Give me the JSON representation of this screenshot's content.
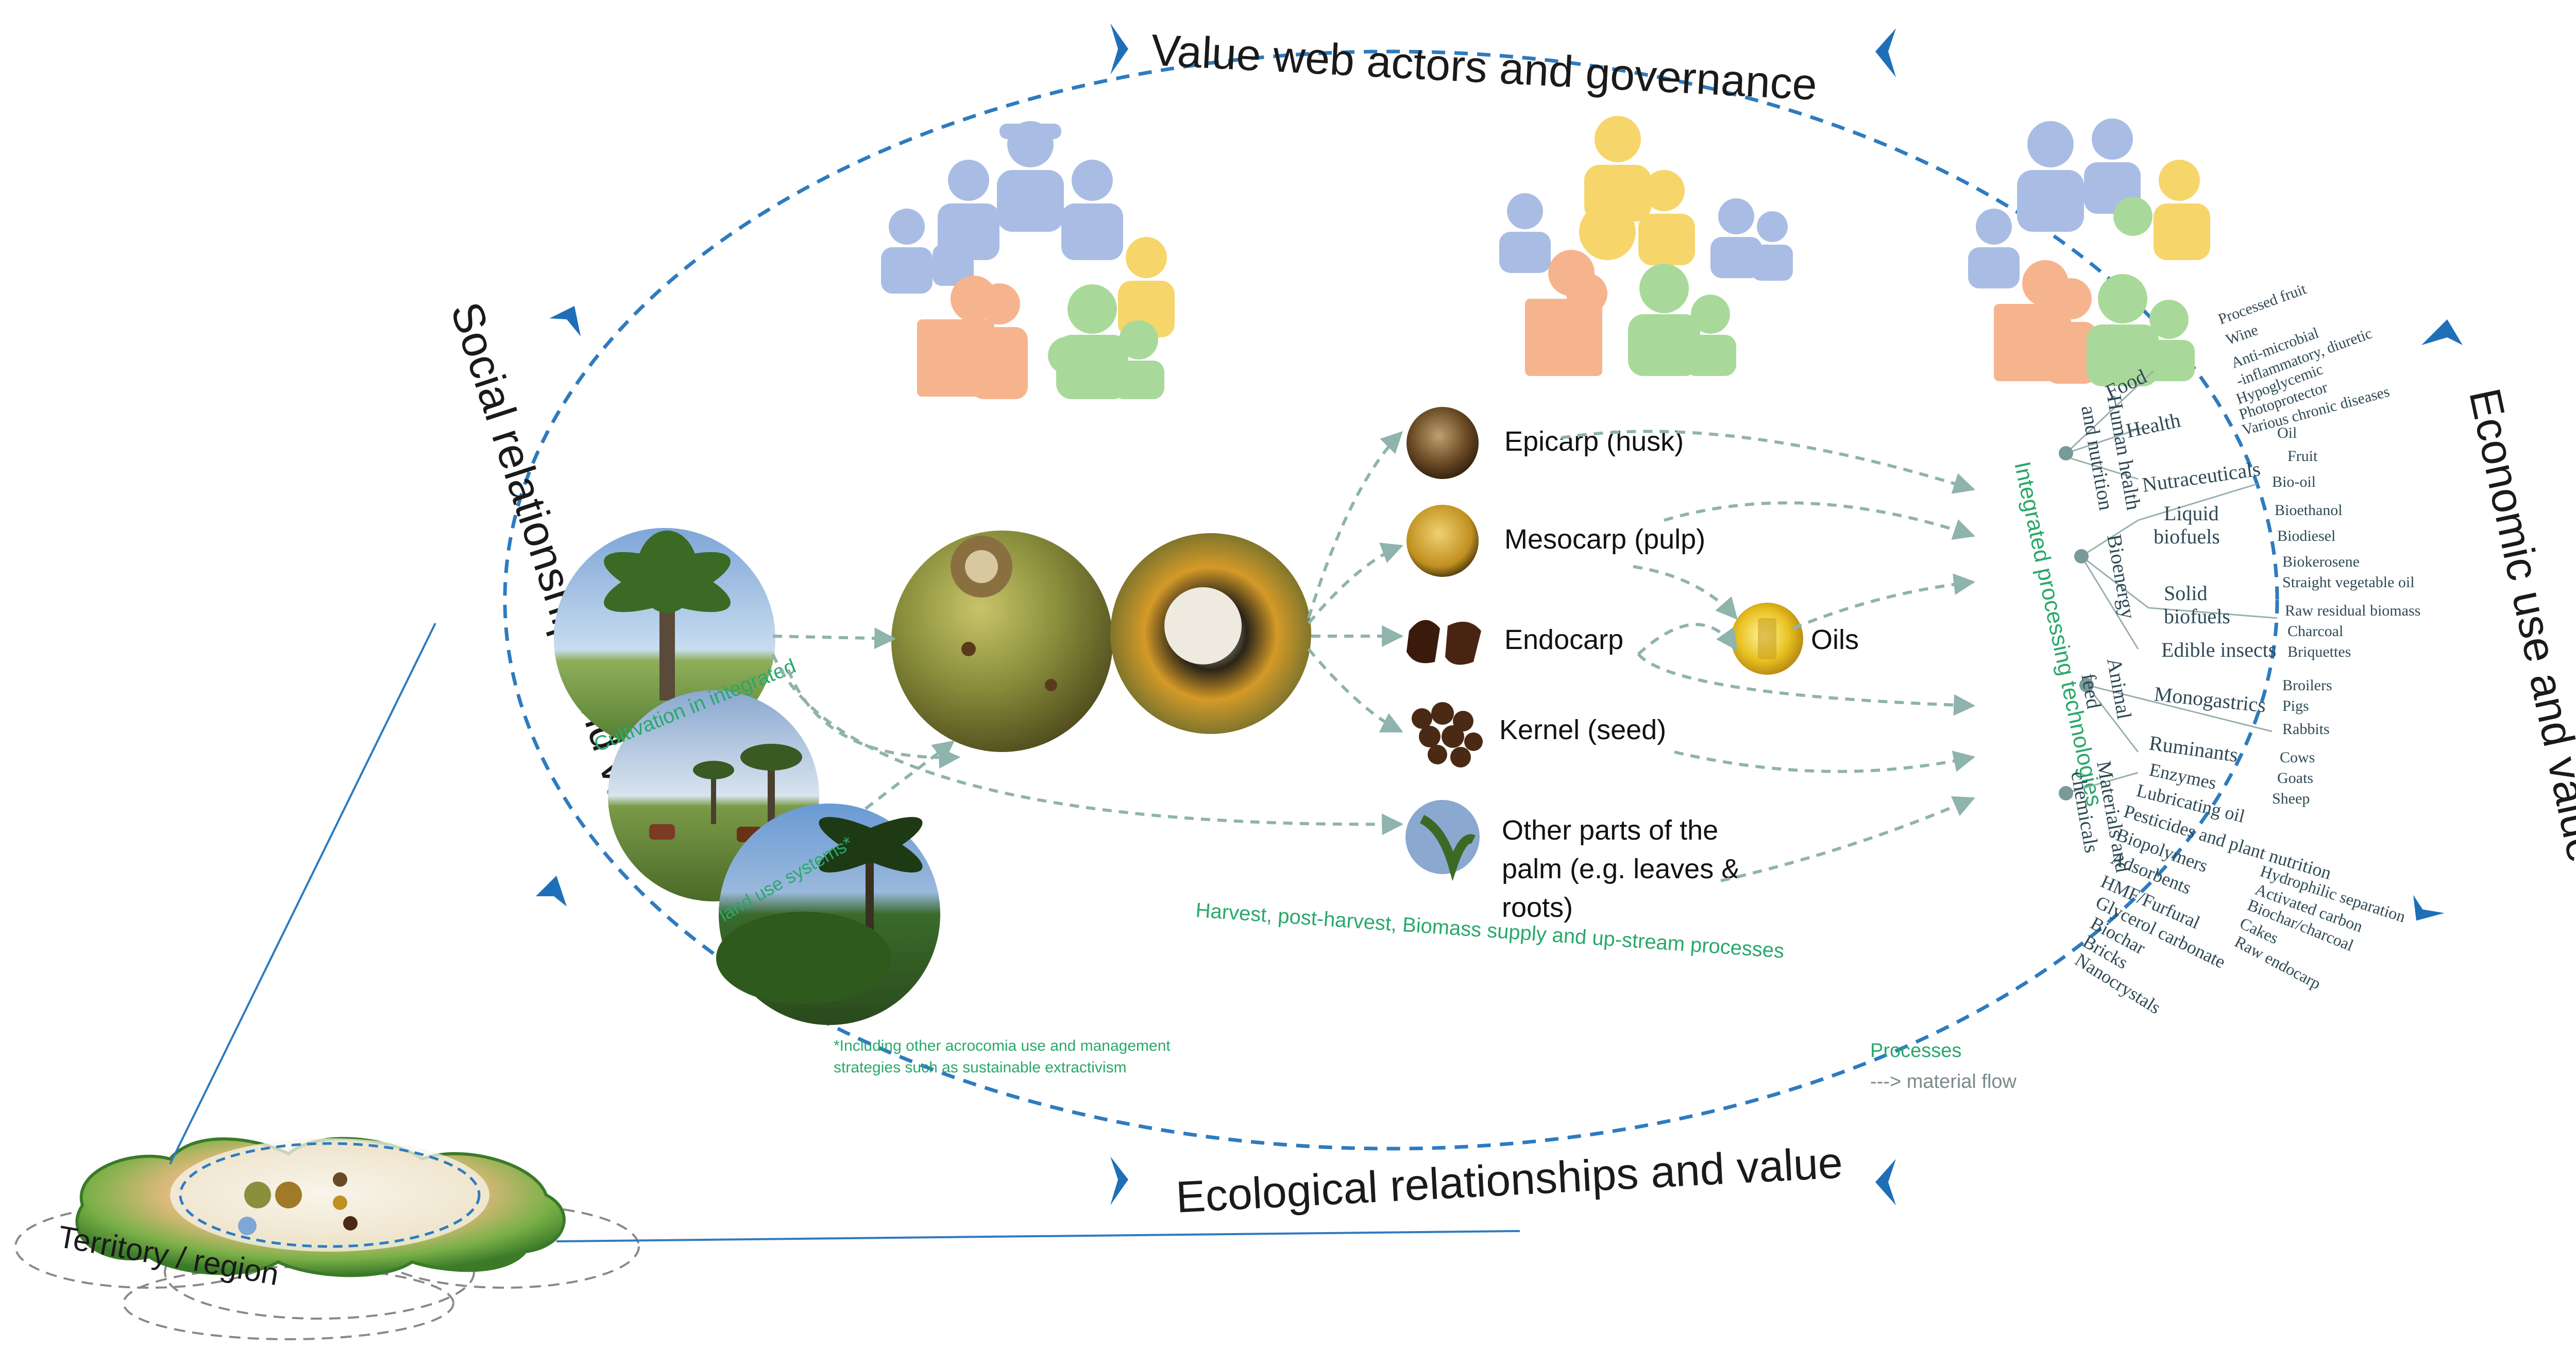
{
  "ring_labels": {
    "top": "Value web actors and governance",
    "left": "Social relationships and value",
    "right": "Economic use and value",
    "bottom": "Ecological relationships and value"
  },
  "territory_label": "Territory / region",
  "cultivation_caption_1": "Cultivation in integrated",
  "cultivation_caption_2": "land use systems*",
  "footnote_line1": "*Including other acrocomia use and management",
  "footnote_line2": "strategies such as sustainable extractivism",
  "fruit_parts": {
    "epicarp": "Epicarp (husk)",
    "mesocarp": "Mesocarp (pulp)",
    "endocarp": "Endocarp",
    "kernel": "Kernel (seed)",
    "other_1": "Other parts of the",
    "other_2": "palm (e.g. leaves &",
    "other_3": "roots)",
    "oils": "Oils"
  },
  "harvest_caption": "Harvest, post-harvest, Biomass supply and  up-stream processes",
  "processing_caption": "Integrated processing technologies",
  "legend": {
    "processes": "Processes",
    "flow": "---> material flow"
  },
  "tree": {
    "cat_human": [
      "Human health",
      "and nutrition"
    ],
    "cat_bioenergy": "Bioenergy",
    "cat_feed": [
      "Animal",
      "feed"
    ],
    "cat_materials": [
      "Materials and",
      "chemicals"
    ],
    "food": "Food",
    "health": "Health",
    "nutraceuticals": "Nutraceuticals",
    "liquid_biofuels": [
      "Liquid",
      "biofuels"
    ],
    "solid_biofuels": [
      "Solid",
      "biofuels"
    ],
    "edible_insects": "Edible insects",
    "monogastrics": "Monogastrics",
    "ruminants": "Ruminants",
    "food_items": [
      "Processed fruit",
      "Wine"
    ],
    "health_items": [
      "Anti-microbial",
      "-inflammatory, diuretic",
      "Hypoglycemic",
      "Photoprotector",
      "Various chronic diseases"
    ],
    "nutra_items": [
      "Oil",
      "Fruit"
    ],
    "liquid_items": [
      "Bio-oil",
      "Bioethanol",
      "Biodiesel",
      "Biokerosene"
    ],
    "solid_items": [
      "Straight vegetable oil",
      "Raw residual biomass",
      "Charcoal",
      "Briquettes"
    ],
    "mono_items": [
      "Broilers",
      "Pigs",
      "Rabbits"
    ],
    "rumi_items": [
      "Cows",
      "Goats",
      "Sheep"
    ],
    "materials_items": [
      "Enzymes",
      "Lubricating oil",
      "Pesticides and plant nutrition",
      "Biopolymers",
      "Adsorbents",
      "HMF/Furfural",
      "Glycerol carbonate",
      "Biochar",
      "Bricks",
      "Nanocrystals"
    ],
    "adsorbent_items": [
      "Hydrophilic separation",
      "Activated carbon",
      "Biochar/charcoal",
      "Cakes",
      "Raw endocarp"
    ]
  },
  "colors": {
    "ring": "#2e7bbf",
    "arrowhead": "#1f6fb8",
    "process_green": "#2aa86b",
    "flow_gray": "#8fb3ad",
    "tree_text": "#2f4a55",
    "actor_blue": "#a9bde4",
    "actor_orange": "#f6b48e",
    "actor_yellow": "#f6d56a",
    "actor_green": "#a9d99a"
  },
  "icons": [
    "people-actors-icon",
    "fruit-photo",
    "ring-arrowhead-icon"
  ]
}
